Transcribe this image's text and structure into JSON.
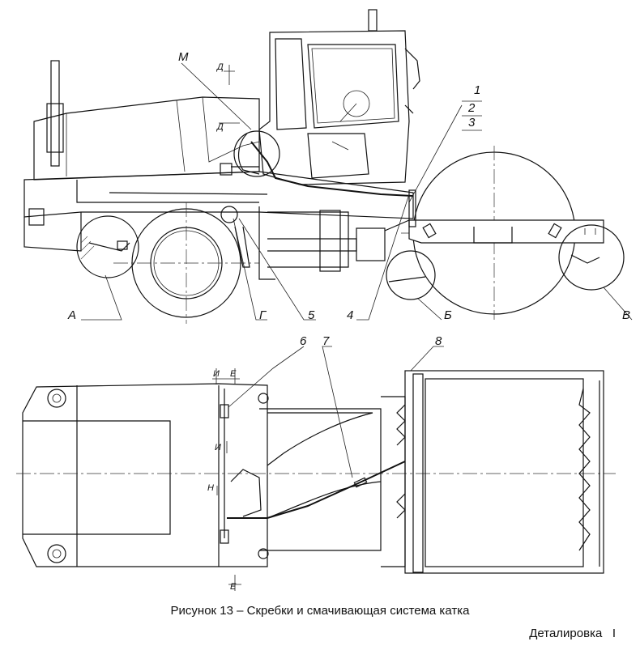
{
  "figure": {
    "caption": "Рисунок 13 – Скребки и смачивающая система катка",
    "section": "Деталировка",
    "section_mark": "I"
  },
  "top_view_labels": {
    "m": "М",
    "d1": "Д",
    "d2": "Д",
    "n1": "1",
    "n2": "2",
    "n3": "3",
    "a": "А",
    "g": "Г",
    "n5": "5",
    "n4": "4",
    "b": "Б",
    "v": "В"
  },
  "plan_view_labels": {
    "i1": "И",
    "e1": "Е",
    "n6": "6",
    "n7": "7",
    "n8": "8",
    "i2": "И",
    "n": "Н",
    "e2": "Е"
  }
}
